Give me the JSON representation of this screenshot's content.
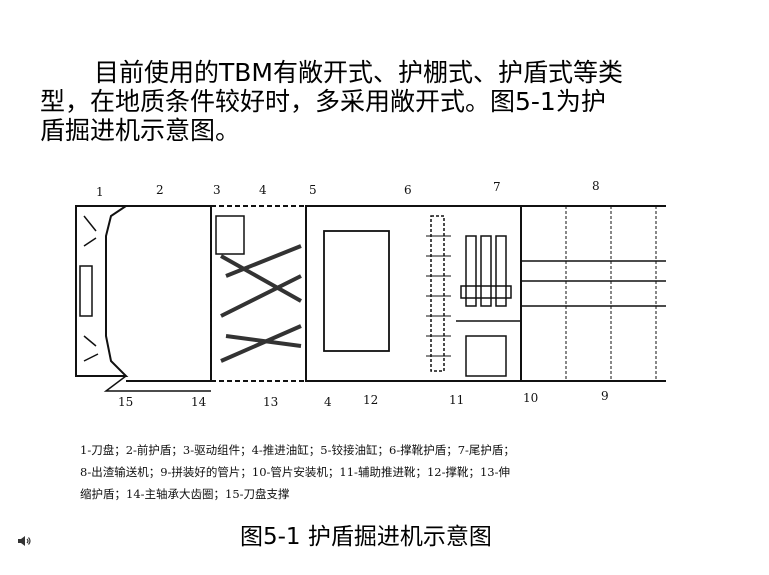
{
  "intro_line1": "目前使用的TBM有敞开式、护棚式、护盾式等类",
  "intro_line2": "型，在地质条件较好时，多采用敞开式。图5-1为护",
  "intro_line3": "盾掘进机示意图。",
  "diagram_labels": [
    "1",
    "2",
    "3",
    "4",
    "5",
    "6",
    "7",
    "8",
    "15",
    "14",
    "13",
    "4",
    "12",
    "11",
    "10",
    "9"
  ],
  "legend_line1": "1-刀盘；2-前护盾；3-驱动组件；4-推进油缸；5-铰接油缸；6-撑靴护盾；7-尾护盾；",
  "legend_line2": "8-出渣输送机；9-拼装好的管片；10-管片安装机；11-辅助推进靴；12-撑靴；13-伸",
  "legend_line3": "缩护盾；14-主轴承大齿圈；15-刀盘支撑",
  "caption": "图5-1 护盾掘进机示意图",
  "icons": {
    "speaker": "speaker-icon"
  }
}
